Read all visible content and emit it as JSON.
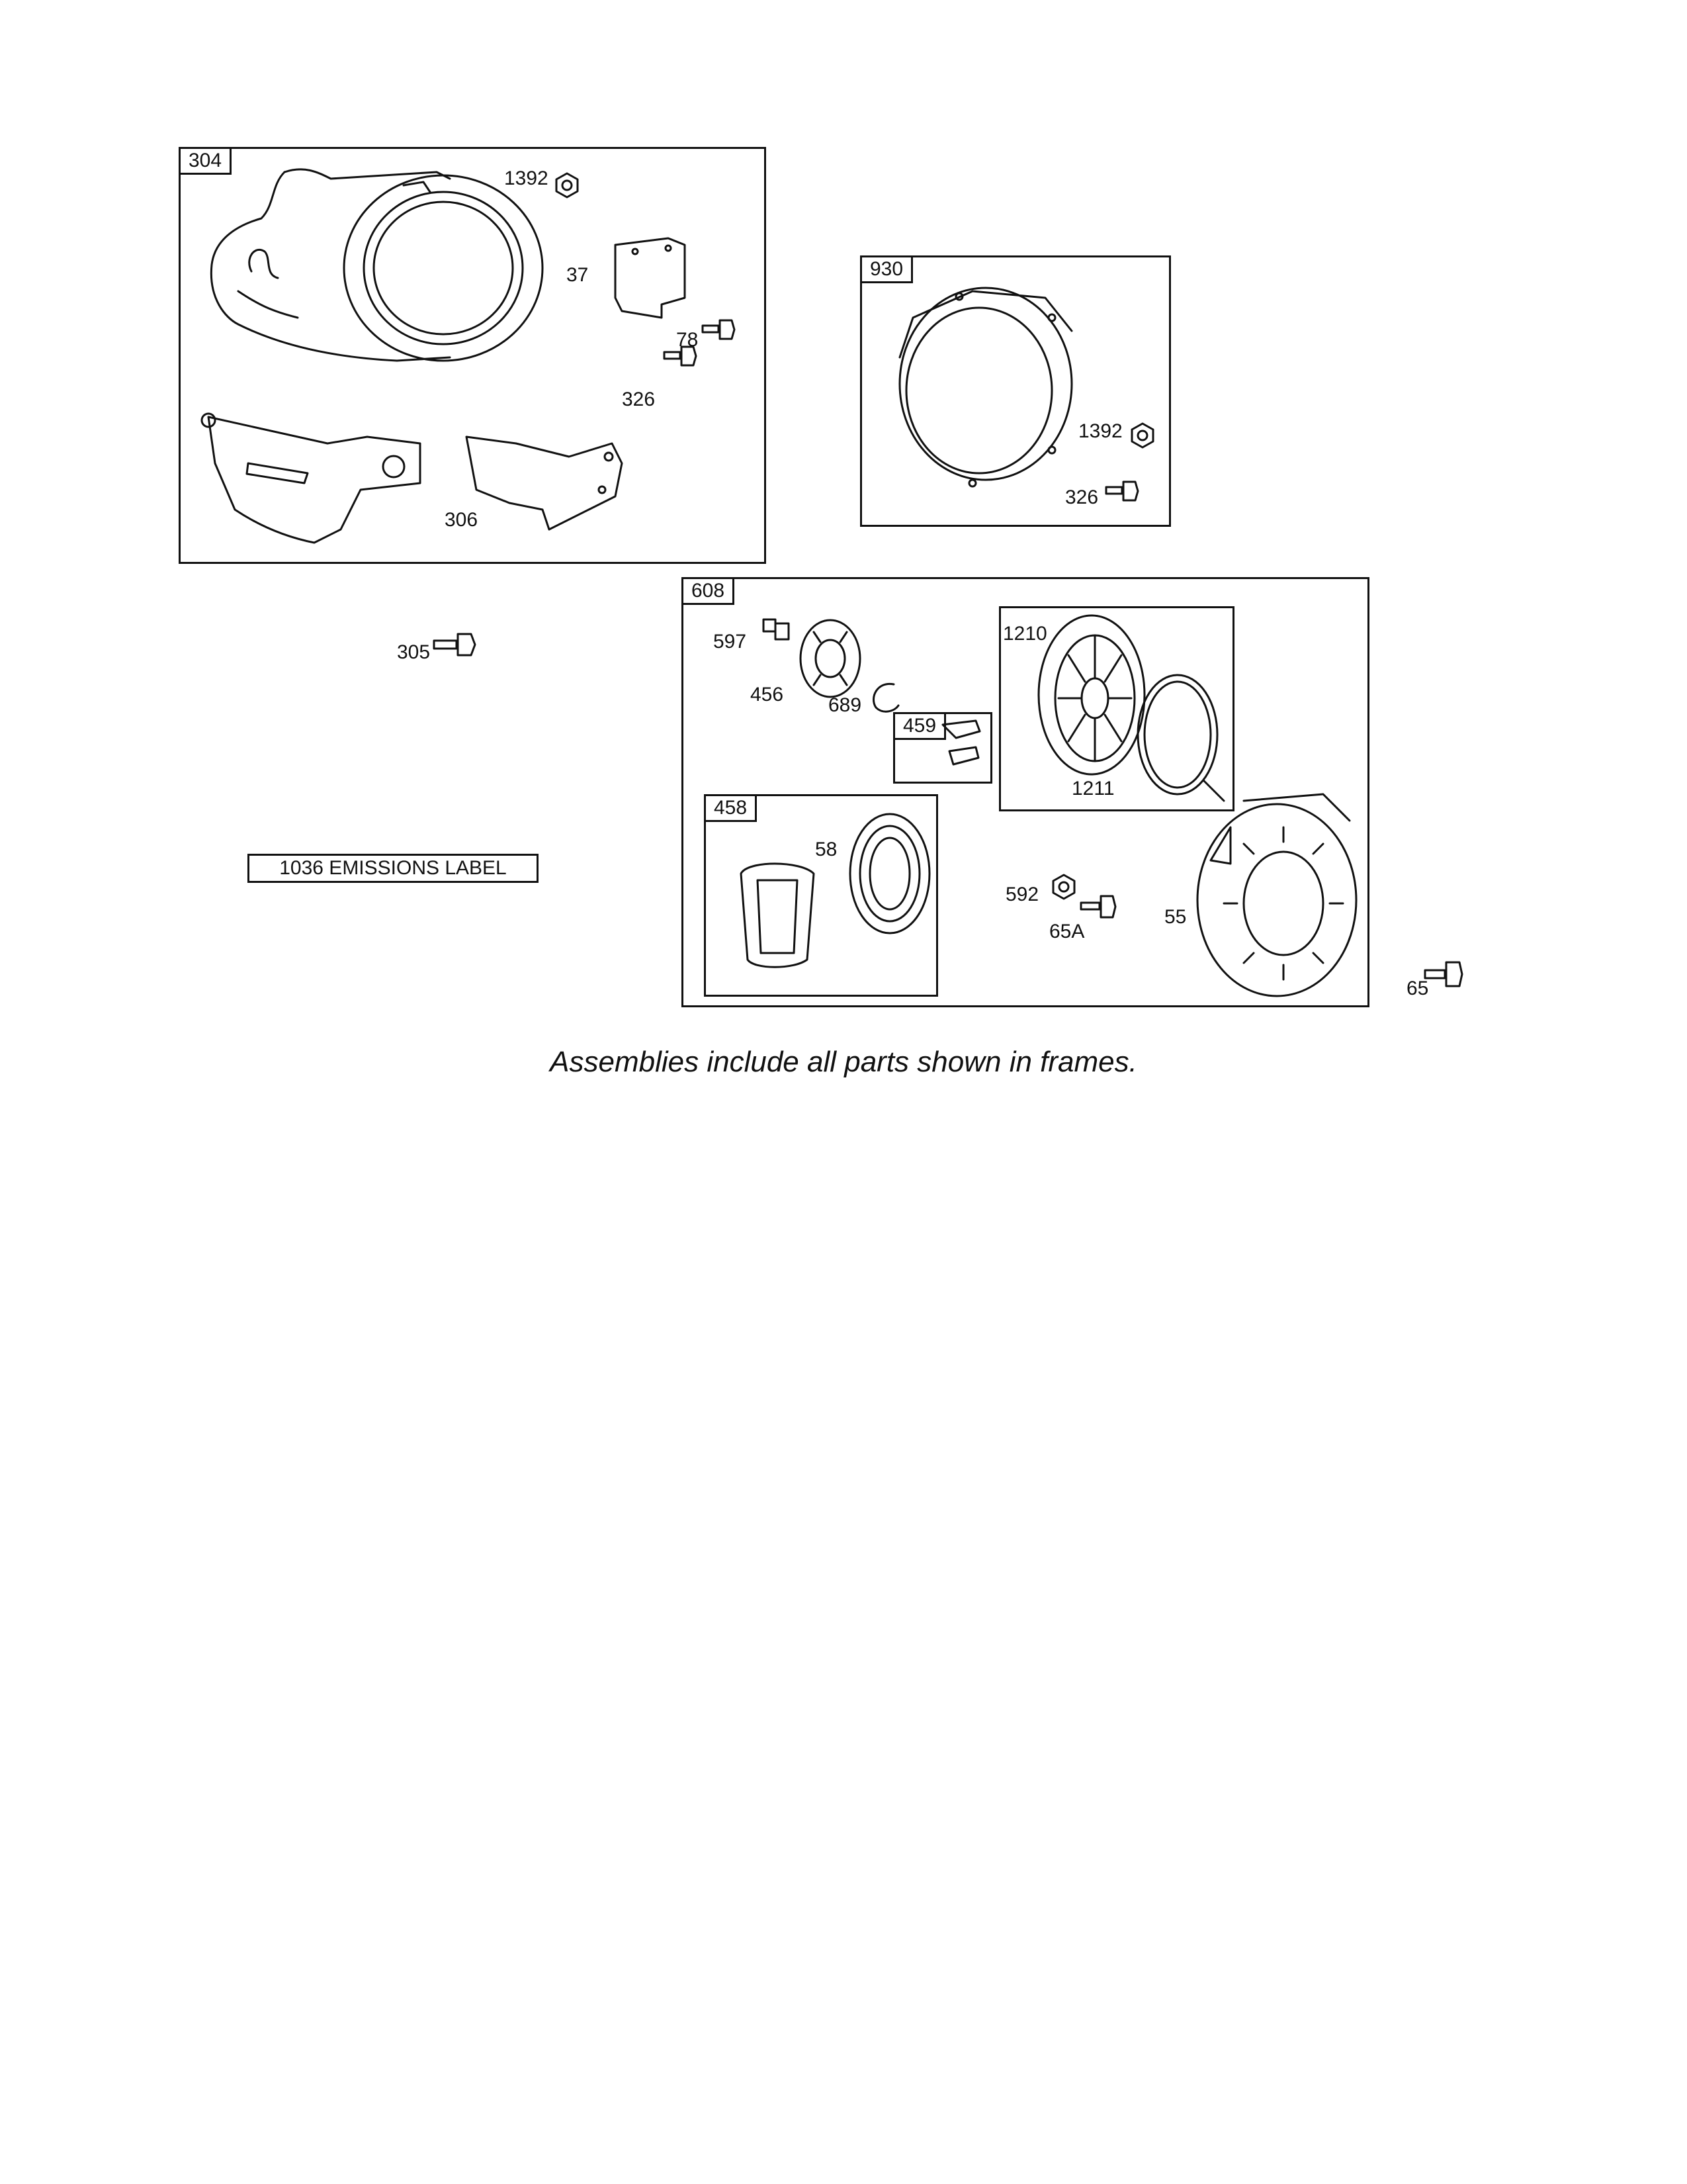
{
  "frames": {
    "f304": "304",
    "f930": "930",
    "f608": "608",
    "f459": "459",
    "f458": "458",
    "f1210": "1210"
  },
  "callouts": {
    "c1392a": "1392",
    "c37": "37",
    "c78": "78",
    "c326a": "326",
    "c306": "306",
    "c1392b": "1392",
    "c326b": "326",
    "c305": "305",
    "c597": "597",
    "c456": "456",
    "c689": "689",
    "c1211": "1211",
    "c58": "58",
    "c592": "592",
    "c65A": "65A",
    "c55": "55",
    "c65": "65"
  },
  "emissions_label": "1036 EMISSIONS LABEL",
  "caption": "Assemblies include all parts shown in frames."
}
